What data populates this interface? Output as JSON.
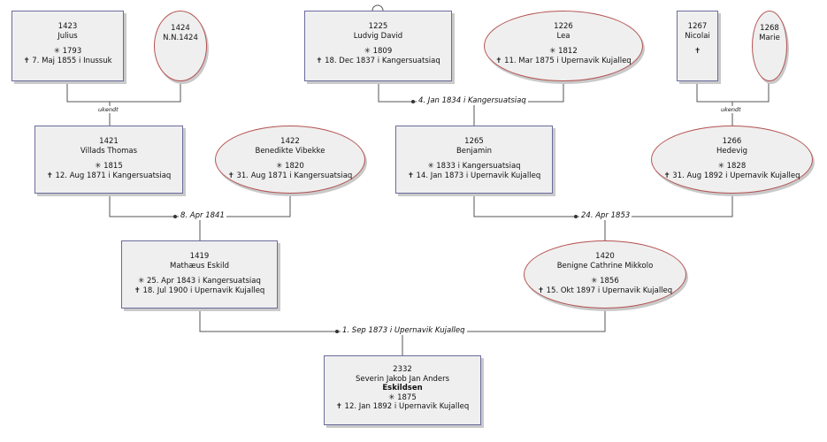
{
  "persons": {
    "p1423": {
      "id": "1423",
      "name": "Julius",
      "birth": "✳ 1793",
      "death": "✝ 7. Maj 1855 i  Inussuk"
    },
    "p1424": {
      "id": "1424",
      "name": "N.N.1424"
    },
    "p1225": {
      "id": "1225",
      "name": "Ludvig David",
      "birth": "✳ 1809",
      "death": "✝ 18. Dec 1837 i  Kangersuatsiaq"
    },
    "p1226": {
      "id": "1226",
      "name": "Lea",
      "birth": "✳ 1812",
      "death": "✝ 11. Mar 1875 i  Upernavik Kujalleq"
    },
    "p1267": {
      "id": "1267",
      "name": "Nicolai",
      "death": "✝"
    },
    "p1268": {
      "id": "1268",
      "name": "Marie"
    },
    "p1421": {
      "id": "1421",
      "name": "Villads Thomas",
      "birth": "✳ 1815",
      "death": "✝ 12. Aug 1871 i  Kangersuatsiaq"
    },
    "p1422": {
      "id": "1422",
      "name": "Benedikte Vibekke",
      "birth": "✳ 1820",
      "death": "✝ 31. Aug 1871 i  Kangersuatsiaq"
    },
    "p1265": {
      "id": "1265",
      "name": "Benjamin",
      "birth": "✳ 1833 i  Kangersuatsiaq",
      "death": "✝ 14. Jan 1873 i  Upernavik Kujalleq"
    },
    "p1266": {
      "id": "1266",
      "name": "Hedevig",
      "birth": "✳ 1828",
      "death": "✝ 31. Aug 1892 i  Upernavik Kujalleq"
    },
    "p1419": {
      "id": "1419",
      "name": "Mathæus Eskild",
      "birth": "✳ 25. Apr 1843 i  Kangersuatsiaq",
      "death": "✝ 18. Jul 1900 i  Upernavik Kujalleq"
    },
    "p1420": {
      "id": "1420",
      "name": "Benigne Cathrine Mikkolo",
      "birth": "✳ 1856",
      "death": "✝ 15. Okt 1897 i  Upernavik Kujalleq"
    },
    "p2332": {
      "id": "2332",
      "name": "Severin Jakob Jan Anders",
      "surname": "Eskildsen",
      "birth": "✳ 1875",
      "death": "✝ 12. Jan 1892 i  Upernavik Kujalleq"
    }
  },
  "marriages": {
    "m1": "ukendt",
    "m2": "4. Jan 1834 i  Kangersuatsiaq",
    "m3": "ukendt",
    "m4": "8. Apr 1841",
    "m5": "24. Apr 1853",
    "m6": "1. Sep 1873 i  Upernavik Kujalleq"
  }
}
